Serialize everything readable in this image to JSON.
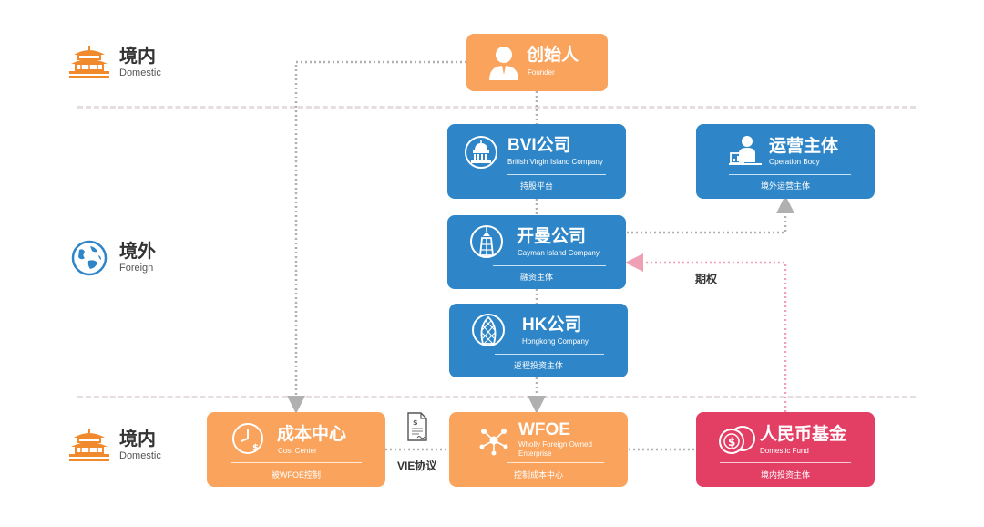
{
  "zones": {
    "top": {
      "cn": "境内",
      "en": "Domestic"
    },
    "middle": {
      "cn": "境外",
      "en": "Foreign"
    },
    "bottom": {
      "cn": "境内",
      "en": "Domestic"
    }
  },
  "nodes": {
    "founder": {
      "title": "创始人",
      "subtitle": "Founder"
    },
    "bvi": {
      "title": "BVI公司",
      "subtitle": "British Virgin Island Company",
      "footer": "持股平台"
    },
    "operation": {
      "title": "运营主体",
      "subtitle": "Operation Body",
      "footer": "境外运营主体"
    },
    "cayman": {
      "title": "开曼公司",
      "subtitle": "Cayman Island Company",
      "footer": "融资主体"
    },
    "hk": {
      "title": "HK公司",
      "subtitle": "Hongkong Company",
      "footer": "返程投资主体"
    },
    "cost_center": {
      "title": "成本中心",
      "subtitle": "Cost Center",
      "footer": "被WFOE控制"
    },
    "wfoe": {
      "title": "WFOE",
      "subtitle": "Wholly Foreign Owned Enterprise",
      "footer": "控制成本中心"
    },
    "fund": {
      "title": "人民币基金",
      "subtitle": "Domestic Fund",
      "footer": "境内投资主体"
    }
  },
  "labels": {
    "option": "期权",
    "vie": "VIE协议"
  },
  "colors": {
    "orange": "#f9a35c",
    "blue": "#2e86c8",
    "pink": "#e33e64",
    "zone_icon_orange": "#f08a2c",
    "zone_icon_blue": "#2e86c8",
    "dotted_gray": "#b0b0b0",
    "dotted_pink": "#f0a0b4",
    "separator": "#e6dde3"
  },
  "icons": {
    "domestic": "temple-icon",
    "foreign": "globe-icon",
    "founder": "person-icon",
    "bvi": "capitol-building-icon",
    "operation": "presenter-icon",
    "cayman": "tower-icon",
    "hk": "gherkin-building-icon",
    "cost_center": "clock-dollar-icon",
    "wfoe": "network-icon",
    "fund": "coins-icon",
    "contract": "document-icon"
  }
}
